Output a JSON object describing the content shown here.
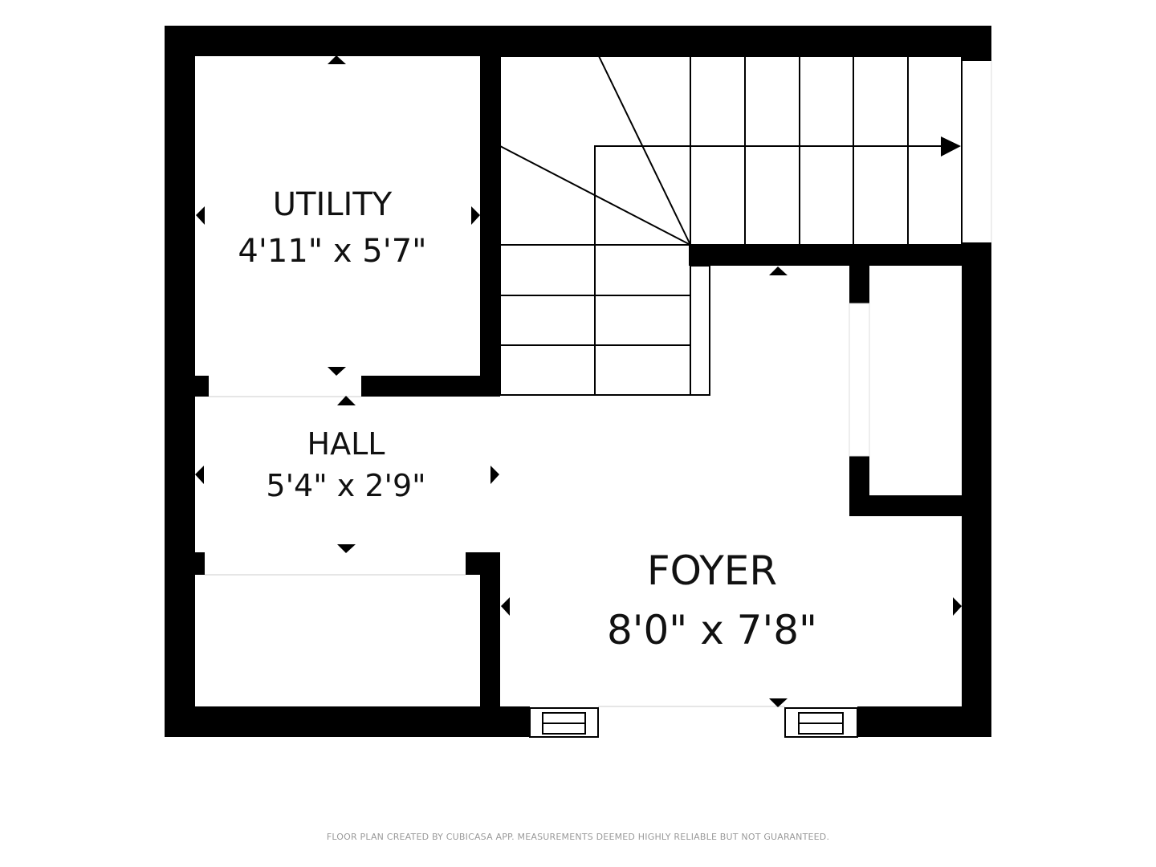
{
  "rooms": {
    "utility": {
      "name": "UTILITY",
      "dims": "4'11\" x 5'7\""
    },
    "hall": {
      "name": "HALL",
      "dims": "5'4\" x 2'9\""
    },
    "foyer": {
      "name": "FOYER",
      "dims": "8'0\" x 7'8\""
    }
  },
  "footer": {
    "disclaimer": "FLOOR PLAN CREATED BY CUBICASA APP. MEASUREMENTS DEEMED HIGHLY RELIABLE BUT NOT GUARANTEED."
  }
}
